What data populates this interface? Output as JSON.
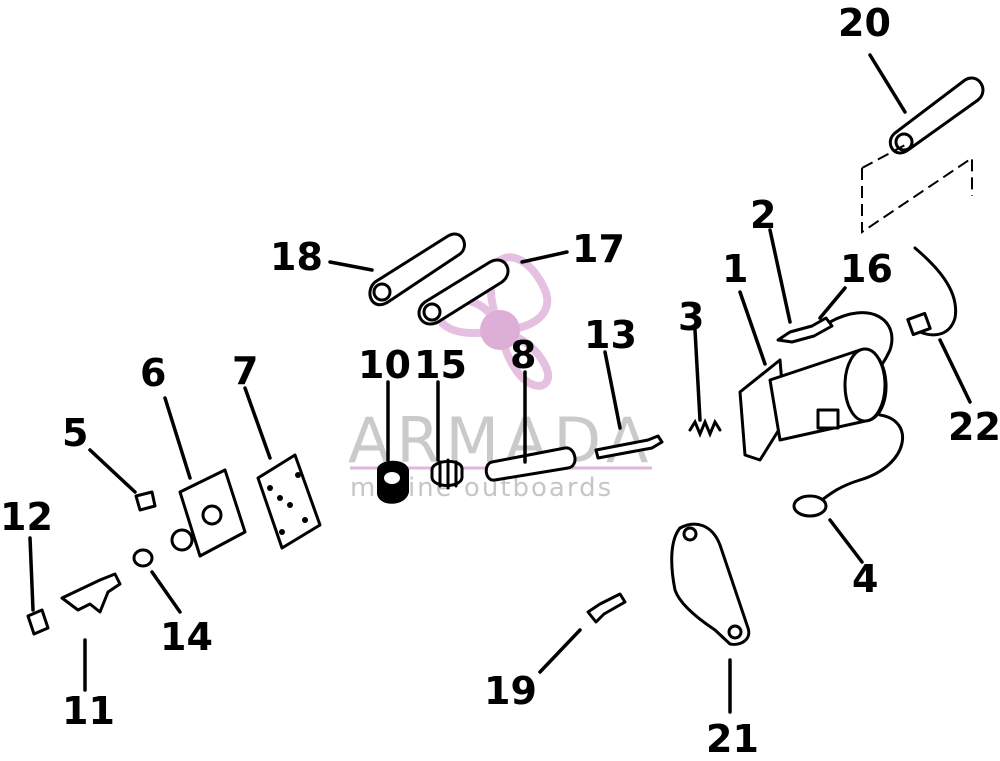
{
  "diagram": {
    "callouts": [
      "1",
      "2",
      "3",
      "4",
      "5",
      "6",
      "7",
      "8",
      "10",
      "11",
      "12",
      "13",
      "14",
      "15",
      "16",
      "17",
      "18",
      "19",
      "20",
      "21",
      "22"
    ]
  },
  "watermark": {
    "brand": "ARMADA",
    "tagline": "marine outboards",
    "accent_color": "#d8a0d0",
    "icon": "propeller-icon"
  }
}
